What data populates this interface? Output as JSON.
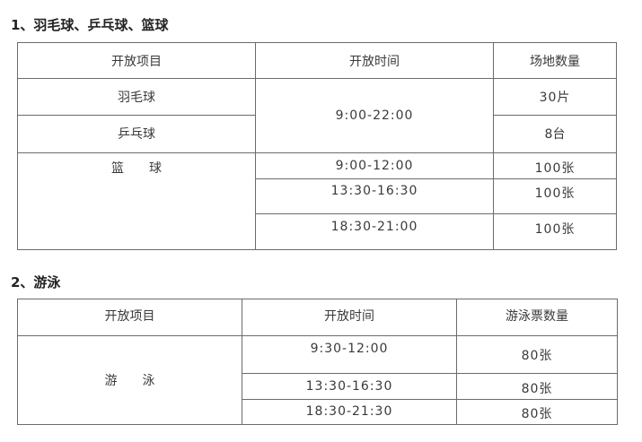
{
  "section1": {
    "heading": "1、羽毛球、乒乓球、篮球",
    "headers": [
      "开放项目",
      "开放时间",
      "场地数量"
    ],
    "rows": [
      {
        "item": "羽毛球",
        "time": "9:00-22:00",
        "count": "30片"
      },
      {
        "item": "乒乓球",
        "count": "8台"
      },
      {
        "item": "篮　　球",
        "slots": [
          {
            "time": "9:00-12:00",
            "count": "100张"
          },
          {
            "time": "13:30-16:30",
            "count": "100张"
          },
          {
            "time": "18:30-21:00",
            "count": "100张"
          }
        ]
      }
    ]
  },
  "section2": {
    "heading": "2、游泳",
    "headers": [
      "开放项目",
      "开放时间",
      "游泳票数量"
    ],
    "item": "游　　泳",
    "slots": [
      {
        "time": "9:30-12:00",
        "count": "80张"
      },
      {
        "time": "13:30-16:30",
        "count": "80张"
      },
      {
        "time": "18:30-21:30",
        "count": "80张"
      }
    ]
  }
}
